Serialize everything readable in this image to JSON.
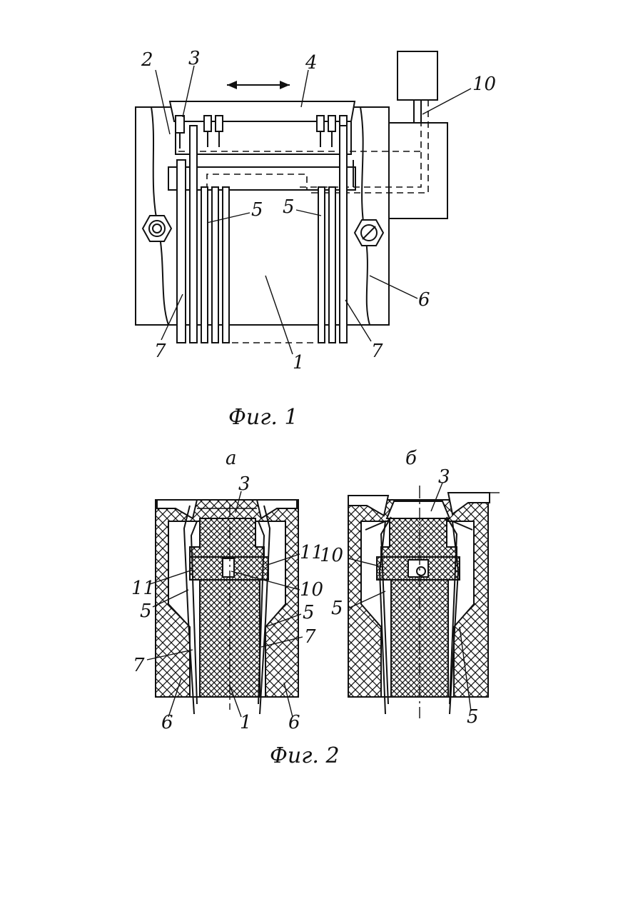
{
  "figure1": {
    "caption": "Фиг. 1",
    "labels": {
      "l1": "1",
      "l2": "2",
      "l3": "3",
      "l4": "4",
      "l5a": "5",
      "l5b": "5",
      "l6": "6",
      "l7a": "7",
      "l7b": "7",
      "l10": "10"
    }
  },
  "figure2": {
    "caption": "Фиг. 2",
    "panel_a": {
      "title": "а",
      "labels": {
        "l3": "3",
        "l11a": "11",
        "l11b": "11",
        "l10": "10",
        "l5a": "5",
        "l5b": "5",
        "l7a": "7",
        "l7b": "7",
        "l6a": "6",
        "l6b": "6",
        "l1": "1"
      }
    },
    "panel_b": {
      "title": "б",
      "labels": {
        "l3": "3",
        "l10": "10",
        "l5a": "5",
        "l5b": "5"
      }
    }
  },
  "colors": {
    "ink": "#111111",
    "paper": "#ffffff"
  }
}
